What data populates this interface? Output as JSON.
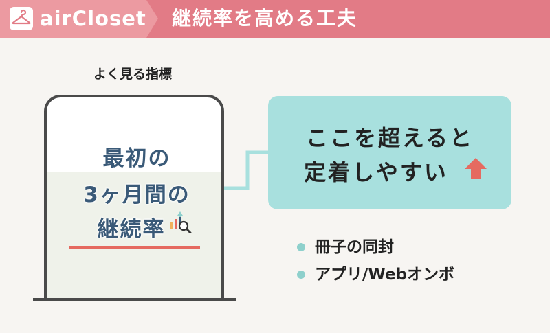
{
  "header": {
    "brand": "airCloset",
    "title": "継続率を高める工夫"
  },
  "frame": {
    "caption": "よく見る指標",
    "lines": [
      "最初の",
      "3ヶ月間の",
      "継続率"
    ]
  },
  "callout": {
    "lines": [
      "ここを超えると",
      "定着しやすい"
    ]
  },
  "bullets": [
    "冊子の同封",
    "アプリ/Webオンボ"
  ],
  "colors": {
    "header_bg": "#e27b86",
    "brand_tab_bg": "#ec9aa1",
    "callout_bg": "#a8e0de",
    "accent_red": "#e56a60",
    "text_blue": "#3a5a78",
    "bullet_dot": "#8ed0cc"
  },
  "icons": [
    "hanger-icon",
    "chart-magnifier-icon",
    "up-arrow-icon",
    "bullet-dot-icon"
  ]
}
